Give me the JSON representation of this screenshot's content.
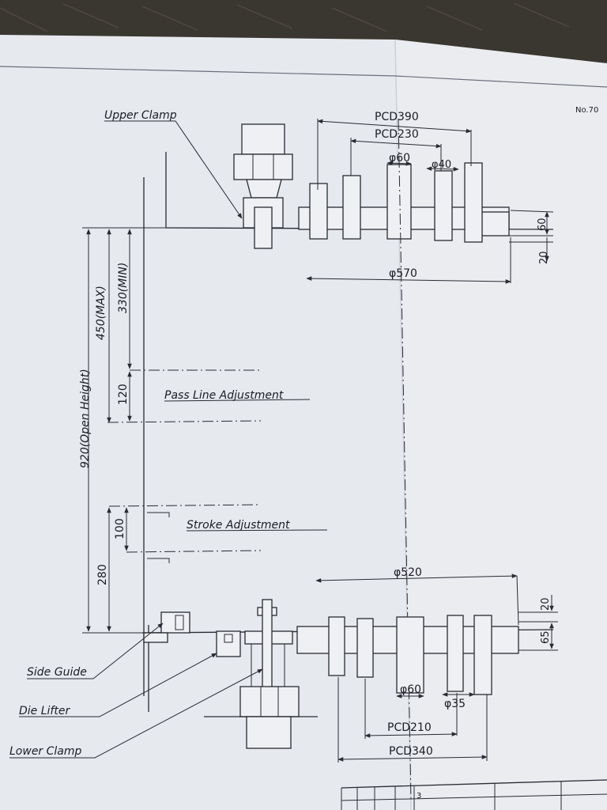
{
  "sheet_no": "No.70",
  "callouts": {
    "upper_clamp": "Upper Clamp",
    "side_guide": "Side Guide",
    "die_lifter": "Die Lifter",
    "lower_clamp": "Lower Clamp",
    "pass_line_adjustment": "Pass Line Adjustment",
    "stroke_adjustment": "Stroke Adjustment"
  },
  "upper_dims": {
    "pcd390": "PCD390",
    "pcd230": "PCD230",
    "phi60": "φ60",
    "phi40": "φ40",
    "phi570": "φ570",
    "h60": "60",
    "h20": "20"
  },
  "vertical_dims": {
    "open_height": "920(Open Height)",
    "max": "450(MAX)",
    "min": "330(MIN)",
    "pass_line": "120",
    "stroke": "100",
    "lower": "280"
  },
  "lower_dims": {
    "phi520": "φ520",
    "h20": "20",
    "h65": "65",
    "phi60": "φ60",
    "phi35": "φ35",
    "pcd210": "PCD210",
    "pcd340": "PCD340"
  },
  "title_block": {
    "cell_number": "3"
  }
}
